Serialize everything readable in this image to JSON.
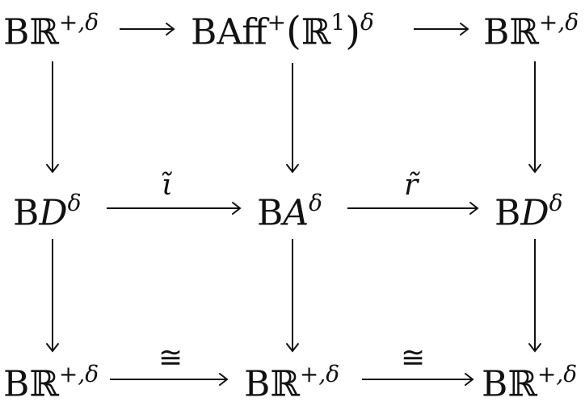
{
  "nodes": {
    "r1c1": {
      "base": "B",
      "set": "ℝ",
      "sup": "+,δ"
    },
    "r1c2": {
      "base": "BAff",
      "sup1": "+",
      "open": "(",
      "set": "ℝ",
      "sup2": "1",
      "close": ")",
      "sup3": "δ"
    },
    "r1c3": {
      "base": "B",
      "set": "ℝ",
      "sup": "+,δ"
    },
    "r2c1": {
      "base": "B",
      "var": "D",
      "sup": "δ"
    },
    "r2c2": {
      "base": "B",
      "var": "A",
      "sup": "δ"
    },
    "r2c3": {
      "base": "B",
      "var": "D",
      "sup": "δ"
    },
    "r3c1": {
      "base": "B",
      "set": "ℝ",
      "sup": "+,δ"
    },
    "r3c2": {
      "base": "B",
      "set": "ℝ",
      "sup": "+,δ"
    },
    "r3c3": {
      "base": "B",
      "set": "ℝ",
      "sup": "+,δ"
    }
  },
  "edge_labels": {
    "r2_left": "ι̃",
    "r2_right": "r̃",
    "r3_left": "≅",
    "r3_right": "≅"
  }
}
